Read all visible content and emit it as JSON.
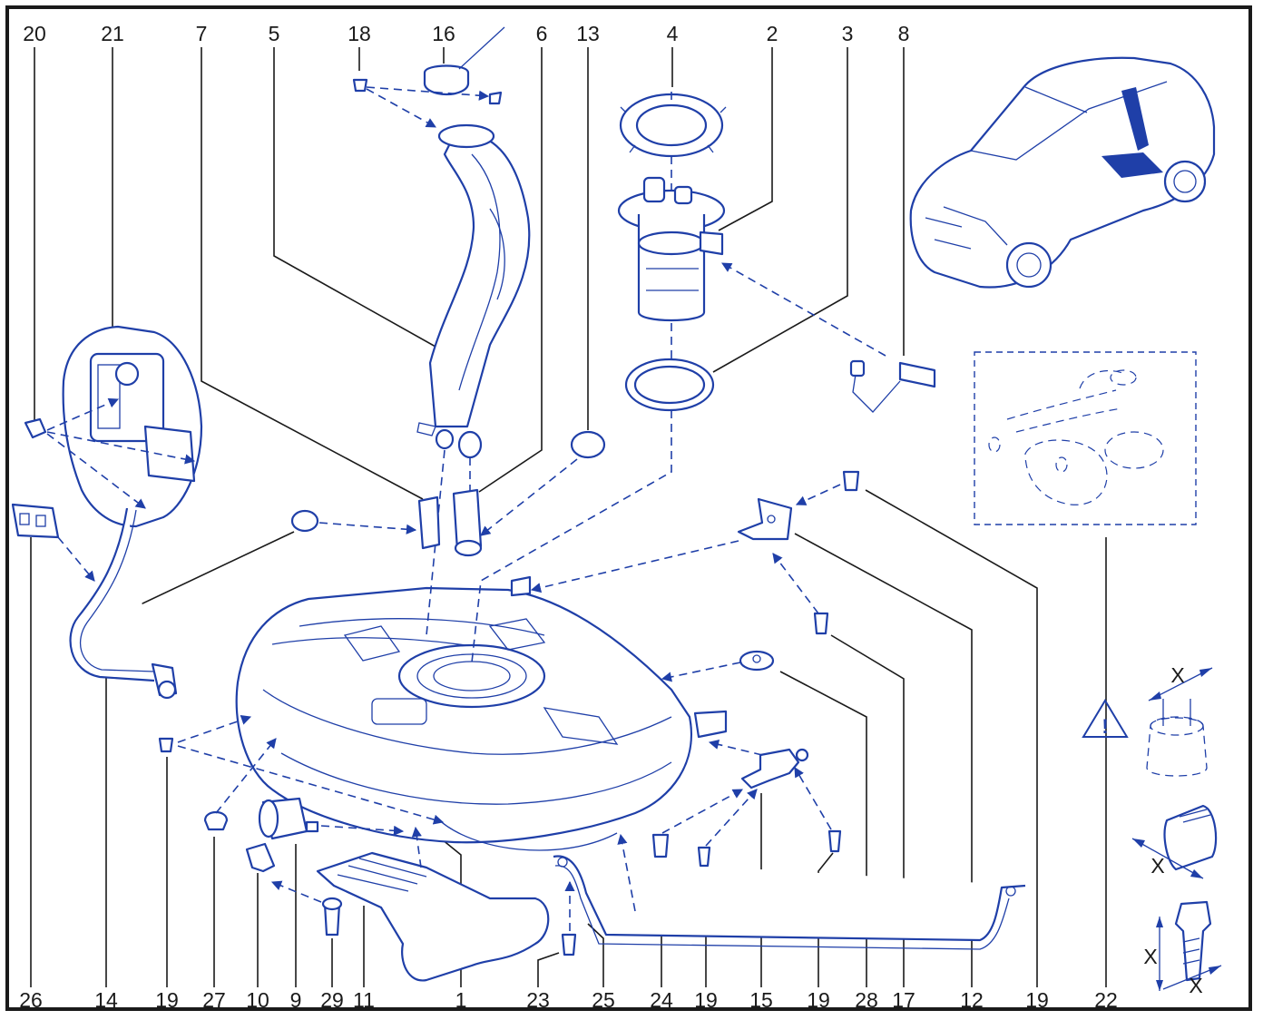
{
  "colors": {
    "line_art": "#1f3fa8",
    "labels": "#1a1a1a",
    "background": "#ffffff"
  },
  "top_labels": [
    "20",
    "21",
    "7",
    "5",
    "18",
    "16",
    "6",
    "13",
    "4",
    "2",
    "3",
    "8"
  ],
  "bottom_labels": [
    "26",
    "14",
    "19",
    "27",
    "10",
    "9",
    "29",
    "11",
    "1",
    "23",
    "25",
    "24",
    "19",
    "15",
    "19",
    "28",
    "17",
    "12",
    "19",
    "22"
  ],
  "warning": {
    "icon": "warning-triangle-icon",
    "glyph": "!"
  },
  "dimension_label": "X"
}
